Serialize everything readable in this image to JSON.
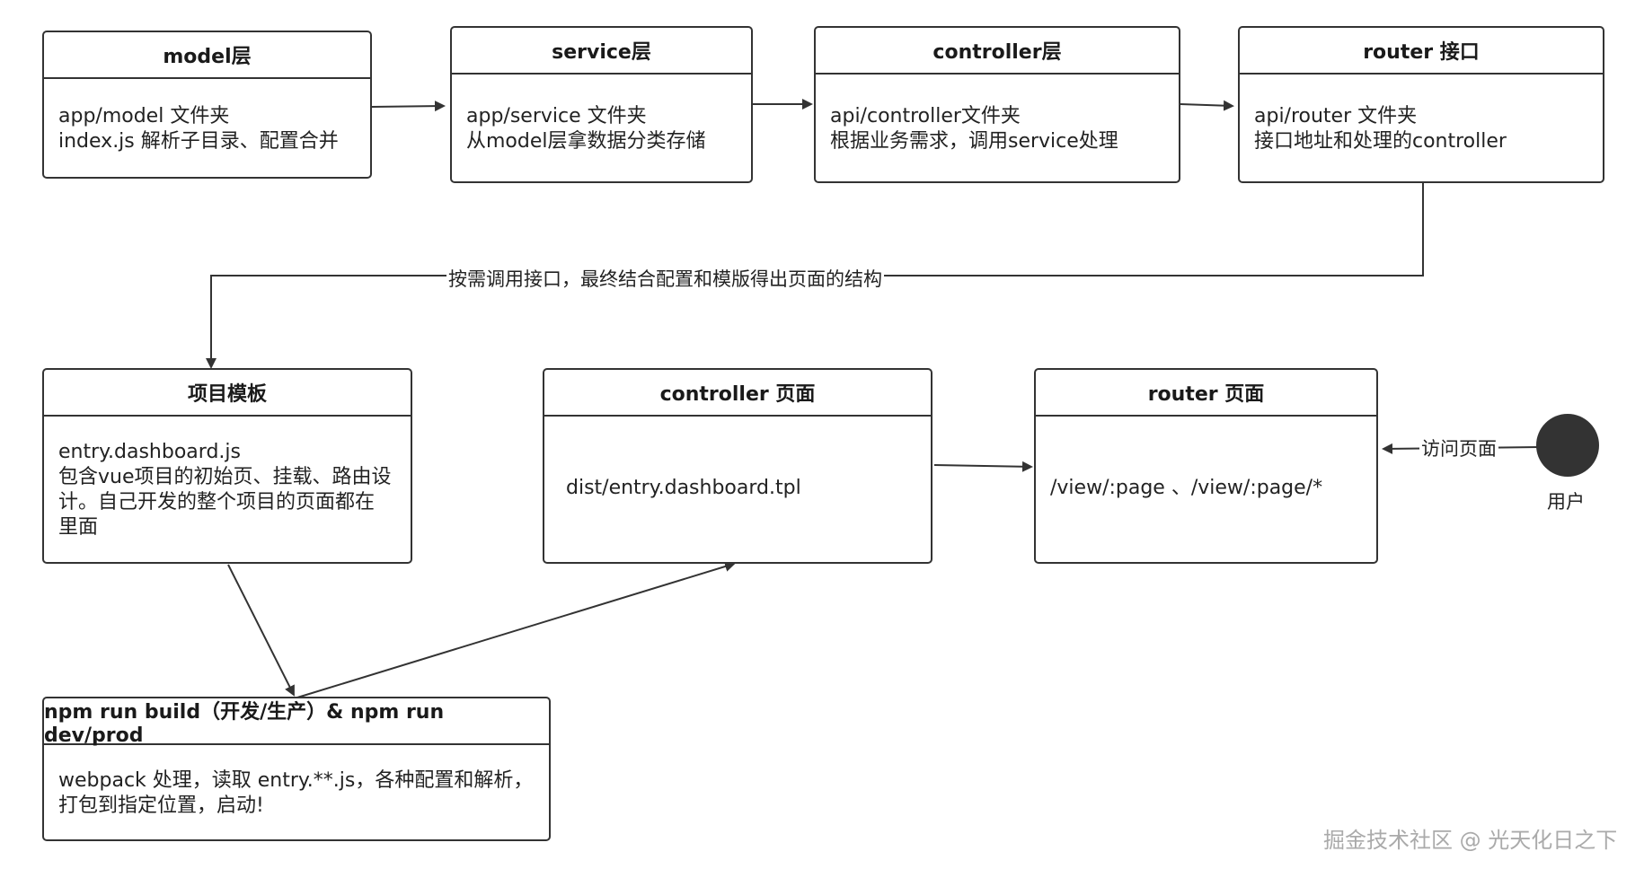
{
  "nodes": {
    "model": {
      "title": "model层",
      "lines": [
        "app/model 文件夹",
        "index.js 解析子目录、配置合并"
      ]
    },
    "service": {
      "title": "service层",
      "lines": [
        "app/service 文件夹",
        "从model层拿数据分类存储"
      ]
    },
    "controller": {
      "title": "controller层",
      "lines": [
        "api/controller文件夹",
        "根据业务需求，调用service处理"
      ]
    },
    "router_api": {
      "title": "router 接口",
      "lines": [
        "api/router 文件夹",
        "接口地址和处理的controller"
      ]
    },
    "template": {
      "title": "项目模板",
      "lines": [
        "entry.dashboard.js",
        "包含vue项目的初始页、挂载、路由设",
        "计。自己开发的整个项目的页面都在",
        "里面"
      ]
    },
    "controller_page": {
      "title": "controller 页面",
      "lines": [
        "dist/entry.dashboard.tpl"
      ]
    },
    "router_page": {
      "title": "router 页面",
      "lines": [
        "/view/:page 、/view/:page/*"
      ]
    },
    "build": {
      "title": "npm run build（开发/生产）& npm run dev/prod",
      "lines": [
        "webpack 处理，读取 entry.**.js，各种配置和解析，",
        "打包到指定位置，启动!"
      ]
    }
  },
  "edge_labels": {
    "router_to_template": "按需调用接口，最终结合配置和模版得出页面的结构",
    "user_to_router_page": "访问页面"
  },
  "user": {
    "label": "用户"
  },
  "watermark": "掘金技术社区 @ 光天化日之下",
  "colors": {
    "stroke": "#333333",
    "text": "#222222",
    "watermark": "#aaaaaa"
  }
}
